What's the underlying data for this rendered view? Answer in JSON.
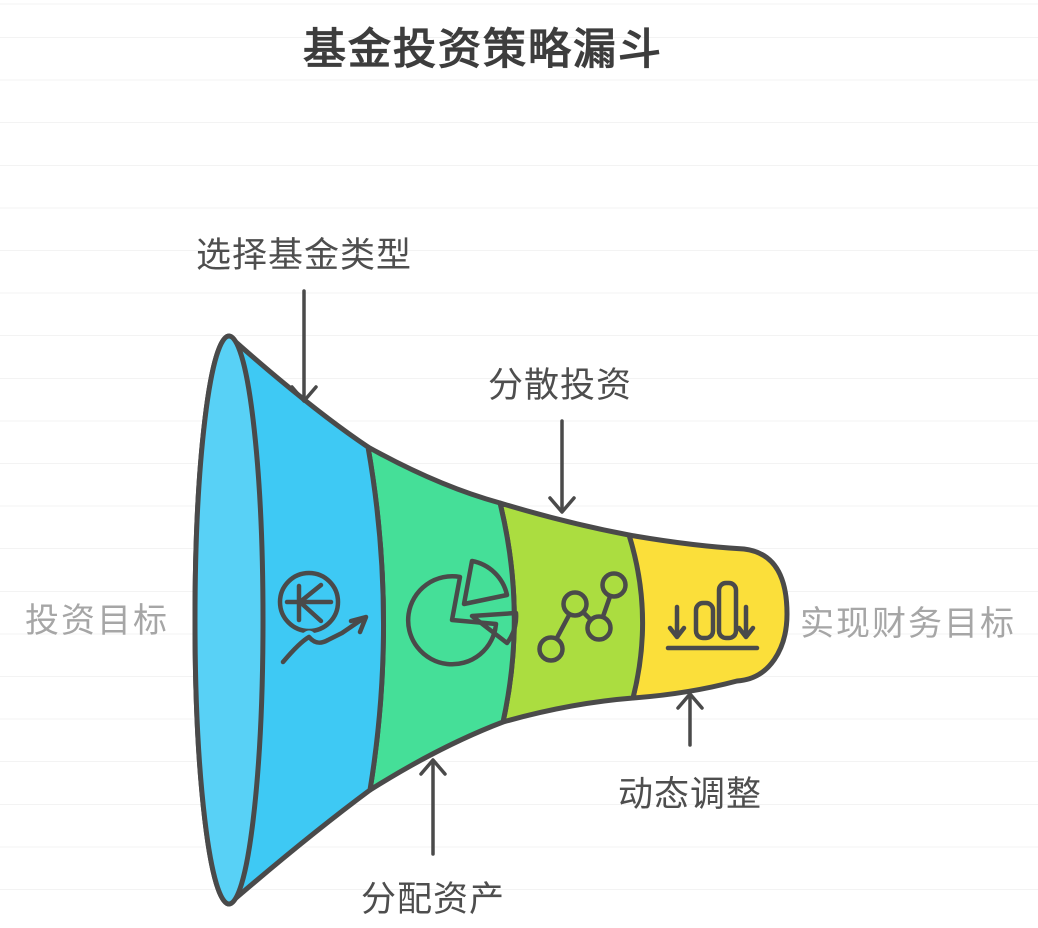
{
  "title": "基金投资策略漏斗",
  "colors": {
    "outline": "#4a4a4a",
    "annotation_arrow": "#4a4a4a",
    "step_label_text": "#4e4e4e",
    "side_label_text": "#a6a6a6",
    "grid_line": "#f3f3f3",
    "mouth_fill": "#58d1f6"
  },
  "funnel": {
    "input_label": "投资目标",
    "output_label": "实现财务目标",
    "stages": [
      {
        "label": "选择基金类型",
        "color": "#3ec9f4",
        "icon": "currency-trend-icon",
        "annotation_side": "top"
      },
      {
        "label": "分配资产",
        "color": "#45df98",
        "icon": "pie-chart-icon",
        "annotation_side": "bottom"
      },
      {
        "label": "分散投资",
        "color": "#abdd40",
        "icon": "scatter-chart-icon",
        "annotation_side": "top"
      },
      {
        "label": "动态调整",
        "color": "#fbdf3a",
        "icon": "bar-chart-icon",
        "annotation_side": "bottom"
      }
    ]
  }
}
